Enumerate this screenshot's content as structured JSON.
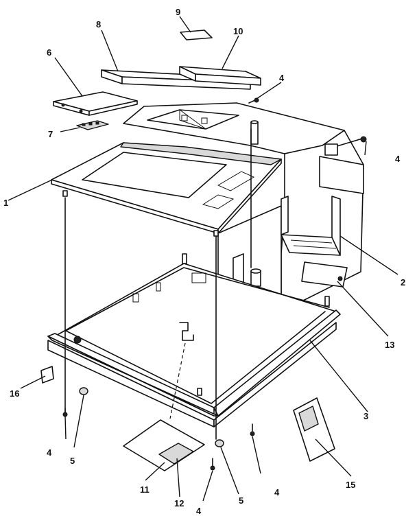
{
  "callouts": {
    "c1": "1",
    "c2": "2",
    "c3": "3",
    "c4a": "4",
    "c4b": "4",
    "c4c": "4",
    "c4d": "4",
    "c4e": "4",
    "c5a": "5",
    "c5b": "5",
    "c6": "6",
    "c7": "7",
    "c8": "8",
    "c9": "9",
    "c10": "10",
    "c11": "11",
    "c12": "12",
    "c13": "13",
    "c15": "15",
    "c16": "16"
  }
}
